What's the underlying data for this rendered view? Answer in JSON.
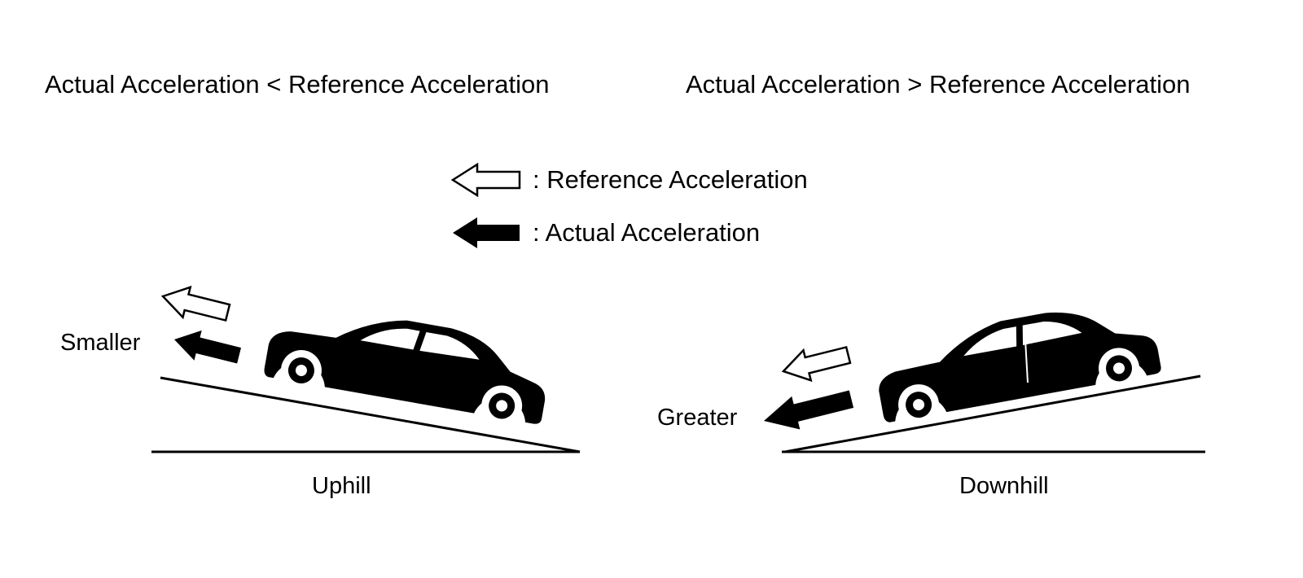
{
  "headings": {
    "left": "Actual Acceleration < Reference Acceleration",
    "right": "Actual Acceleration > Reference Acceleration"
  },
  "legend": {
    "reference": ": Reference Acceleration",
    "actual": ": Actual Acceleration"
  },
  "uphill": {
    "label": "Uphill",
    "magnitude_label": "Smaller"
  },
  "downhill": {
    "label": "Downhill",
    "magnitude_label": "Greater"
  },
  "colors": {
    "ink": "#000000",
    "paper": "#ffffff"
  },
  "icons": {
    "reference": "hollow-arrow-icon",
    "actual": "solid-arrow-icon",
    "vehicle": "car-icon"
  }
}
